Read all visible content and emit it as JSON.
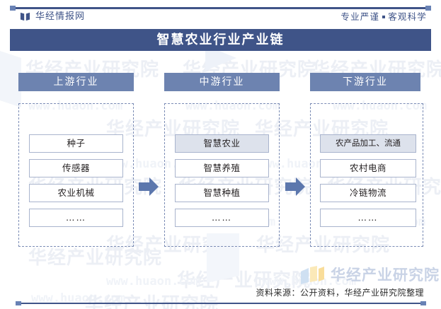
{
  "header": {
    "brand_name": "华经情报网",
    "brand_logo_icon": "open-book-icon",
    "tagline_left": "专业严谨",
    "tagline_right": "客观科学",
    "title": "智慧农业行业产业链",
    "accent_color": "#3f5488",
    "header_band_color": "#6d83b0"
  },
  "columns": [
    {
      "header": "上游行业",
      "items": [
        {
          "label": "种子",
          "highlight": false
        },
        {
          "label": "传感器",
          "highlight": false
        },
        {
          "label": "农业机械",
          "highlight": false
        },
        {
          "label": "……",
          "highlight": false
        }
      ]
    },
    {
      "header": "中游行业",
      "items": [
        {
          "label": "智慧农业",
          "highlight": true
        },
        {
          "label": "智慧养殖",
          "highlight": false
        },
        {
          "label": "智慧种植",
          "highlight": false
        },
        {
          "label": "……",
          "highlight": false
        }
      ]
    },
    {
      "header": "下游行业",
      "items": [
        {
          "label": "农产品加工、流通",
          "highlight": true
        },
        {
          "label": "农村电商",
          "highlight": false
        },
        {
          "label": "冷链物流",
          "highlight": false
        },
        {
          "label": "……",
          "highlight": false
        }
      ]
    }
  ],
  "arrows": [
    {
      "name": "arrow-upstream-to-midstream",
      "icon": "right-arrow-icon",
      "color": "#5c77ad"
    },
    {
      "name": "arrow-midstream-to-downstream",
      "icon": "right-arrow-icon",
      "color": "#5c77ad"
    }
  ],
  "footer": {
    "source_note": "资料来源：公开资料，华经产业研究院整理"
  },
  "watermark": {
    "brand": "华经产业研究院",
    "url": "www.huaon.com",
    "corner_brand": "华经产业研究院"
  }
}
